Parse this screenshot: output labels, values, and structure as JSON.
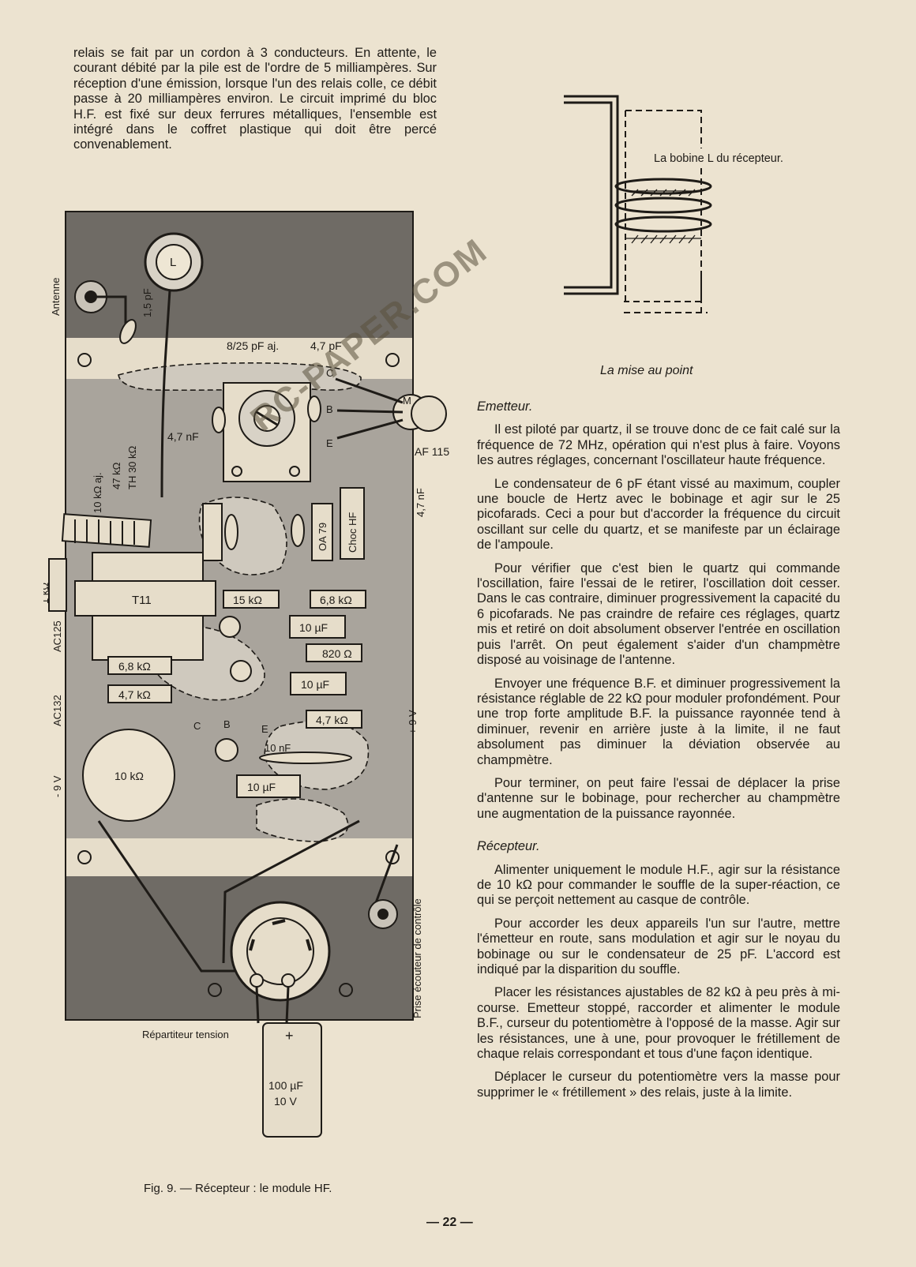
{
  "left_intro": "relais se fait par un cordon à 3 conducteurs. En attente, le courant débité par la pile est de l'ordre de 5 milliampères. Sur réception d'une émission, lorsque l'un des relais colle, ce débit passe à 20 milliampères environ. Le circuit imprimé du bloc H.F. est fixé sur deux ferrures métalliques, l'ensemble est intégré dans le coffret plastique qui doit être percé convenablement.",
  "watermark": "RC-PAPER.COM",
  "coil_figure": {
    "label": "La bobine L du récepteur.",
    "caption": "La mise au point"
  },
  "circuit_figure": {
    "caption": "Fig. 9. — Récepteur : le module HF.",
    "labels": {
      "antenne": "Antenne",
      "c15": "1,5 pF",
      "coil": "L",
      "c825": "8/25 pF aj.",
      "c47": "4,7 pF",
      "c47n": "4,7 nF",
      "r10k_aj": "10 kΩ aj.",
      "r47k": "47 kΩ",
      "th30k": "TH 30 kΩ",
      "af115": "AF 115",
      "c47n_right": "4,7 nF",
      "choc": "Choc HF",
      "oa79": "OA 79",
      "r1k": "1 kΩ",
      "t11": "T11",
      "r15k": "15 kΩ",
      "r68k_a": "6,8 kΩ",
      "c10u_a": "10 µF",
      "r820": "820 Ω",
      "ac125": "AC125",
      "r68k_b": "6,8 kΩ",
      "c10u_b": "10 µF",
      "r47k_b": "4,7 kΩ",
      "r47k_c": "4,7 kΩ",
      "ac132": "AC132",
      "plus9v": "+ 9 V",
      "minus9v": "- 9 V",
      "pot10k": "10 kΩ",
      "c10n": "10 nF",
      "c10u_c": "10 µF",
      "pin_c": "C",
      "pin_b": "B",
      "pin_e": "E",
      "pin_m": "M",
      "pin_c2": "C",
      "pin_b2": "B",
      "pin_e2": "E",
      "prise": "Prise écouteur de contrôle",
      "repartiteur": "Répartiteur tension",
      "cap100": "100 µF",
      "cap100v": "10 V",
      "plus": "+"
    }
  },
  "sections": {
    "emetteur_title": "Emetteur.",
    "emetteur": [
      "Il est piloté par quartz, il se trouve donc de ce fait calé sur la fréquence de 72 MHz, opération qui n'est plus à faire. Voyons les autres réglages, concernant l'oscillateur haute fréquence.",
      "Le condensateur de 6 pF étant vissé au maximum, coupler une boucle de Hertz avec le bobinage et agir sur le 25 picofarads. Ceci a pour but d'accorder la fréquence du circuit oscillant sur celle du quartz, et se manifeste par un éclairage de l'ampoule.",
      "Pour vérifier que c'est bien le quartz qui commande l'oscillation, faire l'essai de le retirer, l'oscillation doit cesser. Dans le cas contraire, diminuer progressivement la capacité du 6 picofarads. Ne pas craindre de refaire ces réglages, quartz mis et retiré on doit absolument observer l'entrée en oscillation puis l'arrêt. On peut également s'aider d'un champmètre disposé au voisinage de l'antenne.",
      "Envoyer une fréquence B.F. et diminuer progressivement la résistance réglable de 22 kΩ pour moduler profondément. Pour une trop forte amplitude B.F. la puissance rayonnée tend à diminuer, revenir en arrière juste à la limite, il ne faut absolument pas diminuer la déviation observée au champmètre.",
      "Pour terminer, on peut faire l'essai de déplacer la prise d'antenne sur le bobinage, pour rechercher au champmètre une augmentation de la puissance rayonnée."
    ],
    "recepteur_title": "Récepteur.",
    "recepteur": [
      "Alimenter uniquement le module H.F., agir sur la résistance de 10 kΩ pour commander le souffle de la super-réaction, ce qui se perçoit nettement au casque de contrôle.",
      "Pour accorder les deux appareils l'un sur l'autre, mettre l'émetteur en route, sans modulation et agir sur le noyau du bobinage ou sur le condensateur de 25 pF. L'accord est indiqué par la disparition du souffle.",
      "Placer les résistances ajustables de 82 kΩ à peu près à mi-course. Emetteur stoppé, raccorder et alimenter le module B.F., curseur du potentiomètre à l'opposé de la masse. Agir sur les résistances, une à une, pour provoquer le frétillement de chaque relais correspondant et tous d'une façon identique.",
      "Déplacer le curseur du potentiomètre vers la masse pour supprimer le « frétillement » des relais, juste à la limite."
    ]
  },
  "page_number": "— 22 —"
}
